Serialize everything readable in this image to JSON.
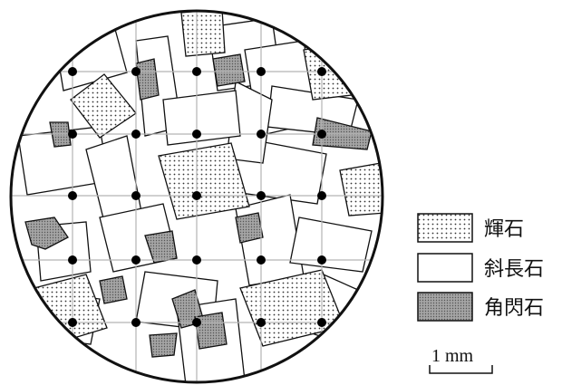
{
  "legend": {
    "items": [
      {
        "label": "輝石",
        "pattern": "dots",
        "fill": "#ffffff"
      },
      {
        "label": "斜長石",
        "pattern": "none",
        "fill": "#ffffff"
      },
      {
        "label": "角閃石",
        "pattern": "dense",
        "fill": "#9a9a9a"
      }
    ]
  },
  "scale_bar": {
    "label": "1 mm"
  },
  "colors": {
    "line": "#111111",
    "grid": "#b5b5b5",
    "point": "#000000"
  }
}
